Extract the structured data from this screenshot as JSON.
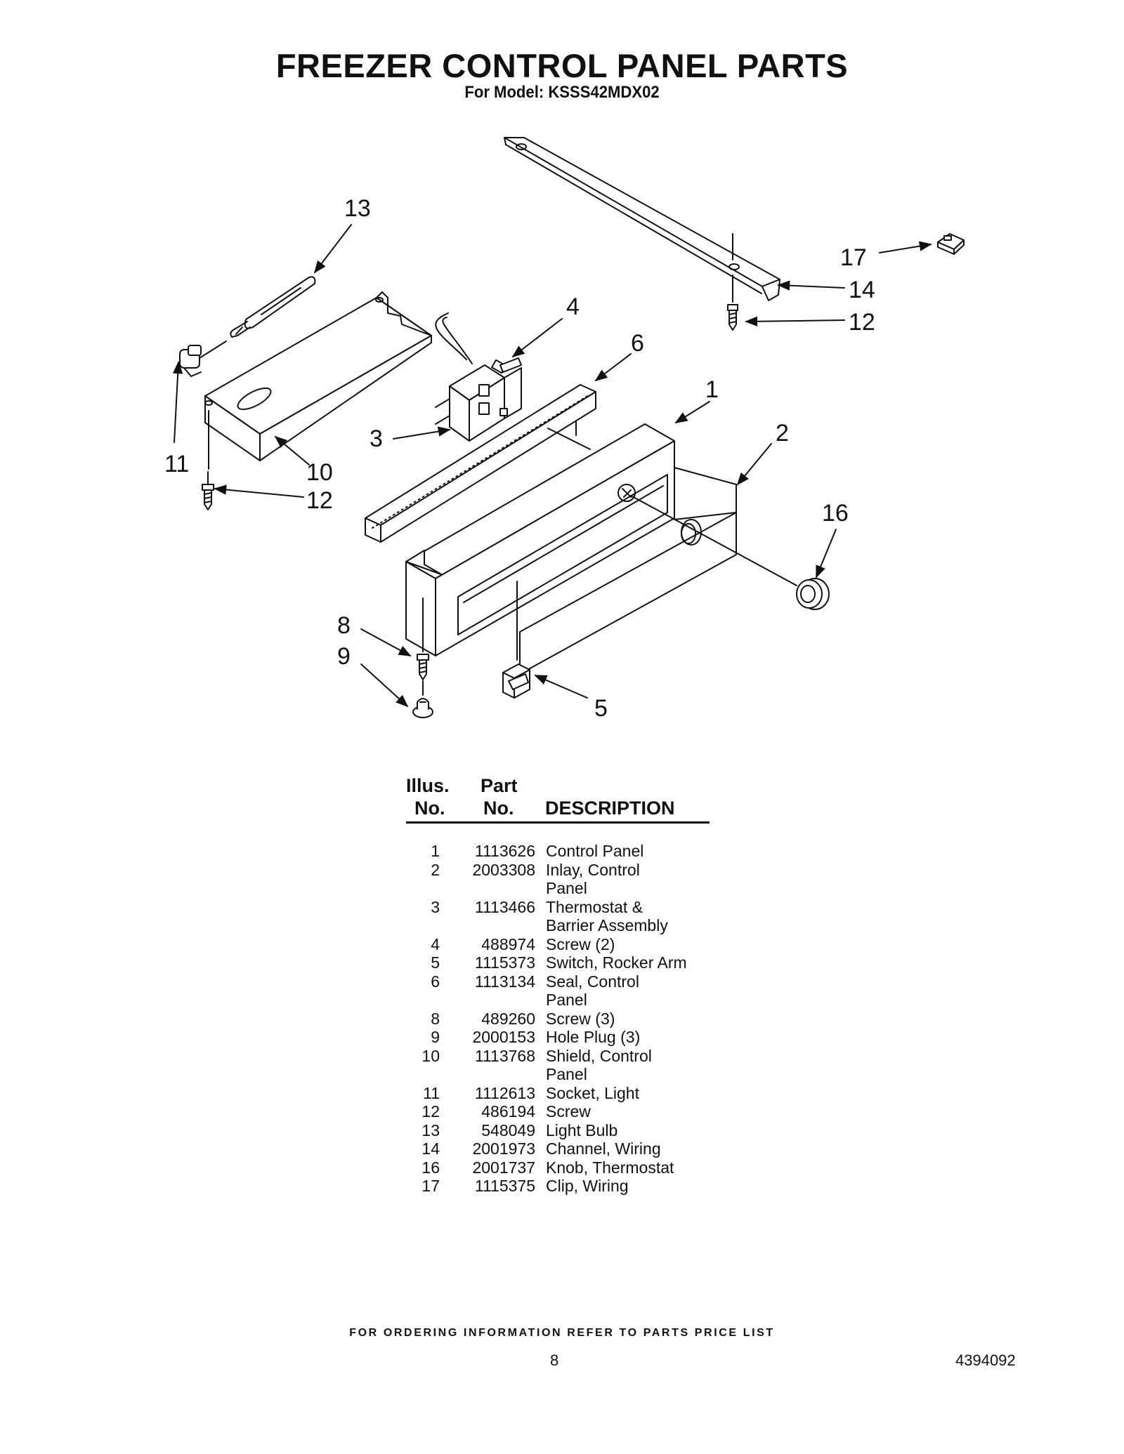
{
  "page": {
    "title": "FREEZER CONTROL PANEL PARTS",
    "subtitle": "For Model: KSSS42MDX02",
    "footer_note": "FOR ORDERING INFORMATION REFER TO PARTS PRICE LIST",
    "page_number": "8",
    "document_number": "4394092"
  },
  "callouts": [
    "13",
    "17",
    "14",
    "12",
    "4",
    "6",
    "1",
    "2",
    "3",
    "11",
    "10",
    "12",
    "16",
    "8",
    "9",
    "5"
  ],
  "table": {
    "header_illus_line1": "Illus.",
    "header_illus_line2": "No.",
    "header_part_line1": "Part",
    "header_part_line2": "No.",
    "header_description": "DESCRIPTION",
    "rows": [
      {
        "illus": "1",
        "part": "1113626",
        "description": "Control Panel"
      },
      {
        "illus": "2",
        "part": "2003308",
        "description": "Inlay, Control\nPanel"
      },
      {
        "illus": "3",
        "part": "1113466",
        "description": "Thermostat &\nBarrier Assembly"
      },
      {
        "illus": "4",
        "part": "488974",
        "description": "Screw (2)"
      },
      {
        "illus": "5",
        "part": "1115373",
        "description": "Switch, Rocker Arm"
      },
      {
        "illus": "6",
        "part": "1113134",
        "description": "Seal, Control\nPanel"
      },
      {
        "illus": "8",
        "part": "489260",
        "description": "Screw (3)"
      },
      {
        "illus": "9",
        "part": "2000153",
        "description": "Hole Plug (3)"
      },
      {
        "illus": "10",
        "part": "1113768",
        "description": "Shield, Control\nPanel"
      },
      {
        "illus": "11",
        "part": "1112613",
        "description": "Socket, Light"
      },
      {
        "illus": "12",
        "part": "486194",
        "description": "Screw"
      },
      {
        "illus": "13",
        "part": "548049",
        "description": "Light Bulb"
      },
      {
        "illus": "14",
        "part": "2001973",
        "description": "Channel, Wiring"
      },
      {
        "illus": "16",
        "part": "2001737",
        "description": "Knob, Thermostat"
      },
      {
        "illus": "17",
        "part": "1115375",
        "description": "Clip, Wiring"
      }
    ]
  }
}
